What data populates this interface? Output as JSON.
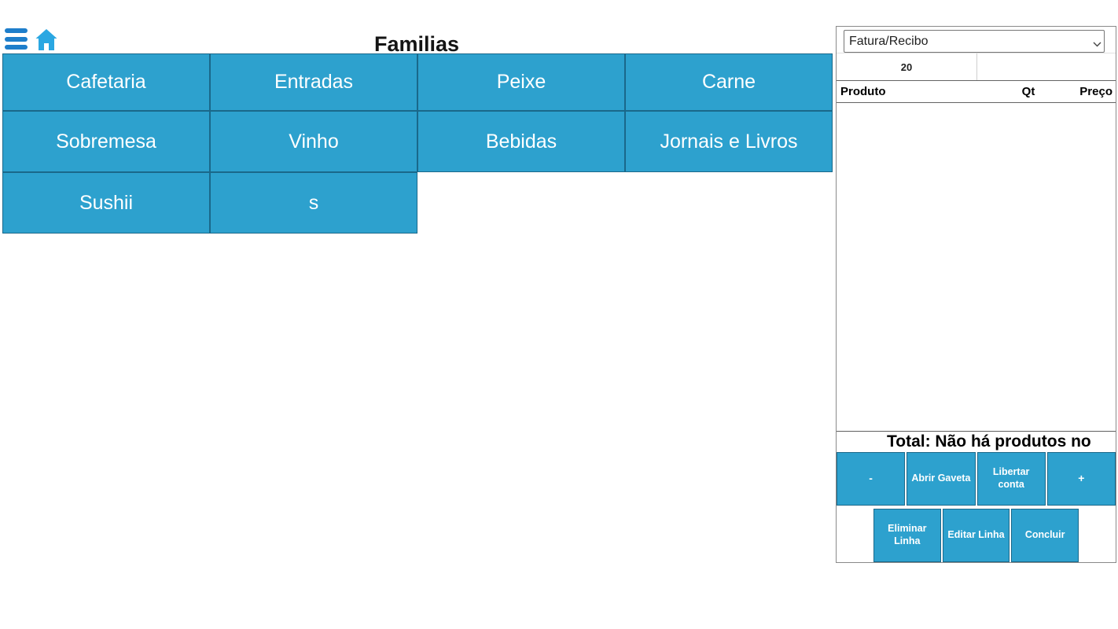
{
  "toolbar": {
    "menu_icon": "hamburger-menu",
    "home_icon": "home"
  },
  "families": {
    "title": "Familias",
    "buttons": [
      "Cafetaria",
      "Entradas",
      "Peixe",
      "Carne",
      "Sobremesa",
      "Vinho",
      "Bebidas",
      "Jornais e Livros",
      "Sushii",
      "s"
    ]
  },
  "order_panel": {
    "document_type": {
      "selected": "Fatura/Recibo"
    },
    "table_number": "20",
    "table": {
      "headers": [
        "Produto",
        "Qt",
        "Preço"
      ],
      "rows": []
    },
    "total_text": "Total: Não há produtos no",
    "actions_row1": [
      {
        "label": "-"
      },
      {
        "label": "Abrir Gaveta"
      },
      {
        "label": "Libertar conta"
      },
      {
        "label": "+"
      }
    ],
    "actions_row2": [
      {
        "label": "Eliminar Linha"
      },
      {
        "label": "Editar Linha"
      },
      {
        "label": "Concluir"
      }
    ]
  },
  "colors": {
    "accent_blue": "#2da1ce",
    "button_border_blue": "#1a688a",
    "menu_icon_blue": "#1e7ecb",
    "home_icon_blue": "#2aa7e2",
    "panel_border_gray": "#8a8a8a"
  }
}
